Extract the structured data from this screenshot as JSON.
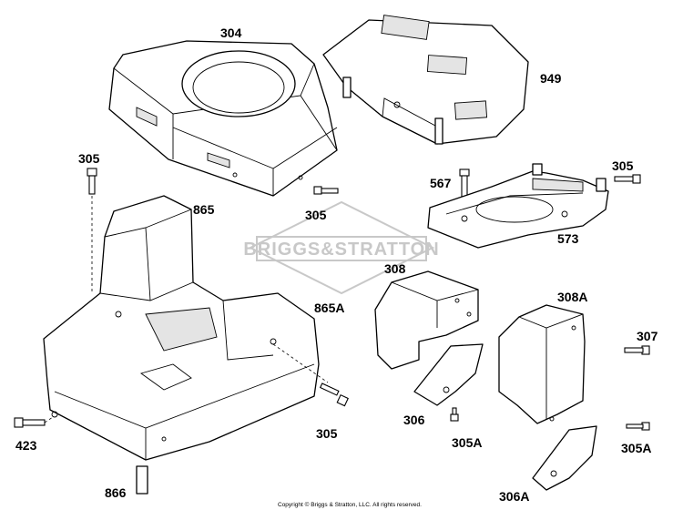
{
  "watermark": "BRIGGS&STRATTON",
  "copyright": "Copyright © Briggs & Stratton, LLC. All rights reserved.",
  "labels": {
    "l304": "304",
    "l949": "949",
    "l305_a": "305",
    "l305_b": "305",
    "l305_c": "305",
    "l305_d": "305",
    "l567": "567",
    "l573": "573",
    "l865": "865",
    "l865A": "865A",
    "l308": "308",
    "l308A": "308A",
    "l307": "307",
    "l306": "306",
    "l305A_a": "305A",
    "l305A_b": "305A",
    "l306A": "306A",
    "l423": "423",
    "l866": "866"
  }
}
